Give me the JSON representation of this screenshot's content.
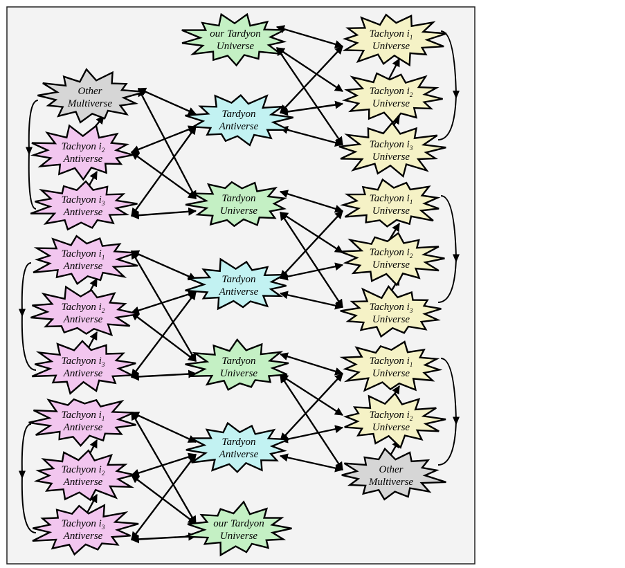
{
  "colors": {
    "tardyon_universe": "#c4f0c4",
    "tardyon_antiverse": "#c2f2f2",
    "tachyon_antiverse": "#f2c6ef",
    "tachyon_universe": "#f5f2c6",
    "other_multiverse": "#d6d6d6",
    "background": "#f3f3f3"
  },
  "nodes": {
    "L0": {
      "line1": "Other",
      "sub": "",
      "line2": "Multiverse",
      "kind": "other_multiverse"
    },
    "L1": {
      "line1": "Tachyon i",
      "sub": "2",
      "line2": "Antiverse",
      "kind": "tachyon_antiverse"
    },
    "L2": {
      "line1": "Tachyon i",
      "sub": "3",
      "line2": "Antiverse",
      "kind": "tachyon_antiverse"
    },
    "L3": {
      "line1": "Tachyon i",
      "sub": "1",
      "line2": "Antiverse",
      "kind": "tachyon_antiverse"
    },
    "L4": {
      "line1": "Tachyon i",
      "sub": "2",
      "line2": "Antiverse",
      "kind": "tachyon_antiverse"
    },
    "L5": {
      "line1": "Tachyon i",
      "sub": "3",
      "line2": "Antiverse",
      "kind": "tachyon_antiverse"
    },
    "L6": {
      "line1": "Tachyon i",
      "sub": "1",
      "line2": "Antiverse",
      "kind": "tachyon_antiverse"
    },
    "L7": {
      "line1": "Tachyon i",
      "sub": "2",
      "line2": "Antiverse",
      "kind": "tachyon_antiverse"
    },
    "L8": {
      "line1": "Tachyon i",
      "sub": "3",
      "line2": "Antiverse",
      "kind": "tachyon_antiverse"
    },
    "M0": {
      "line1": "our Tardyon",
      "sub": "",
      "line2": "Universe",
      "kind": "tardyon_universe"
    },
    "M1": {
      "line1": "Tardyon",
      "sub": "",
      "line2": "Antiverse",
      "kind": "tardyon_antiverse"
    },
    "M2": {
      "line1": "Tardyon",
      "sub": "",
      "line2": "Universe",
      "kind": "tardyon_universe"
    },
    "M3": {
      "line1": "Tardyon",
      "sub": "",
      "line2": "Antiverse",
      "kind": "tardyon_antiverse"
    },
    "M4": {
      "line1": "Tardyon",
      "sub": "",
      "line2": "Universe",
      "kind": "tardyon_universe"
    },
    "M5": {
      "line1": "Tardyon",
      "sub": "",
      "line2": "Antiverse",
      "kind": "tardyon_antiverse"
    },
    "M6": {
      "line1": "our Tardyon",
      "sub": "",
      "line2": "Universe",
      "kind": "tardyon_universe"
    },
    "R0": {
      "line1": "Tachyon i",
      "sub": "1",
      "line2": "Universe",
      "kind": "tachyon_universe"
    },
    "R1": {
      "line1": "Tachyon i",
      "sub": "2",
      "line2": "Universe",
      "kind": "tachyon_universe"
    },
    "R2": {
      "line1": "Tachyon i",
      "sub": "3",
      "line2": "Universe",
      "kind": "tachyon_universe"
    },
    "R3": {
      "line1": "Tachyon i",
      "sub": "1",
      "line2": "Universe",
      "kind": "tachyon_universe"
    },
    "R4": {
      "line1": "Tachyon i",
      "sub": "2",
      "line2": "Universe",
      "kind": "tachyon_universe"
    },
    "R5": {
      "line1": "Tachyon i",
      "sub": "3",
      "line2": "Universe",
      "kind": "tachyon_universe"
    },
    "R6": {
      "line1": "Tachyon i",
      "sub": "1",
      "line2": "Universe",
      "kind": "tachyon_universe"
    },
    "R7": {
      "line1": "Tachyon i",
      "sub": "2",
      "line2": "Universe",
      "kind": "tachyon_universe"
    },
    "R8": {
      "line1": "Other",
      "sub": "",
      "line2": "Multiverse",
      "kind": "other_multiverse"
    }
  }
}
